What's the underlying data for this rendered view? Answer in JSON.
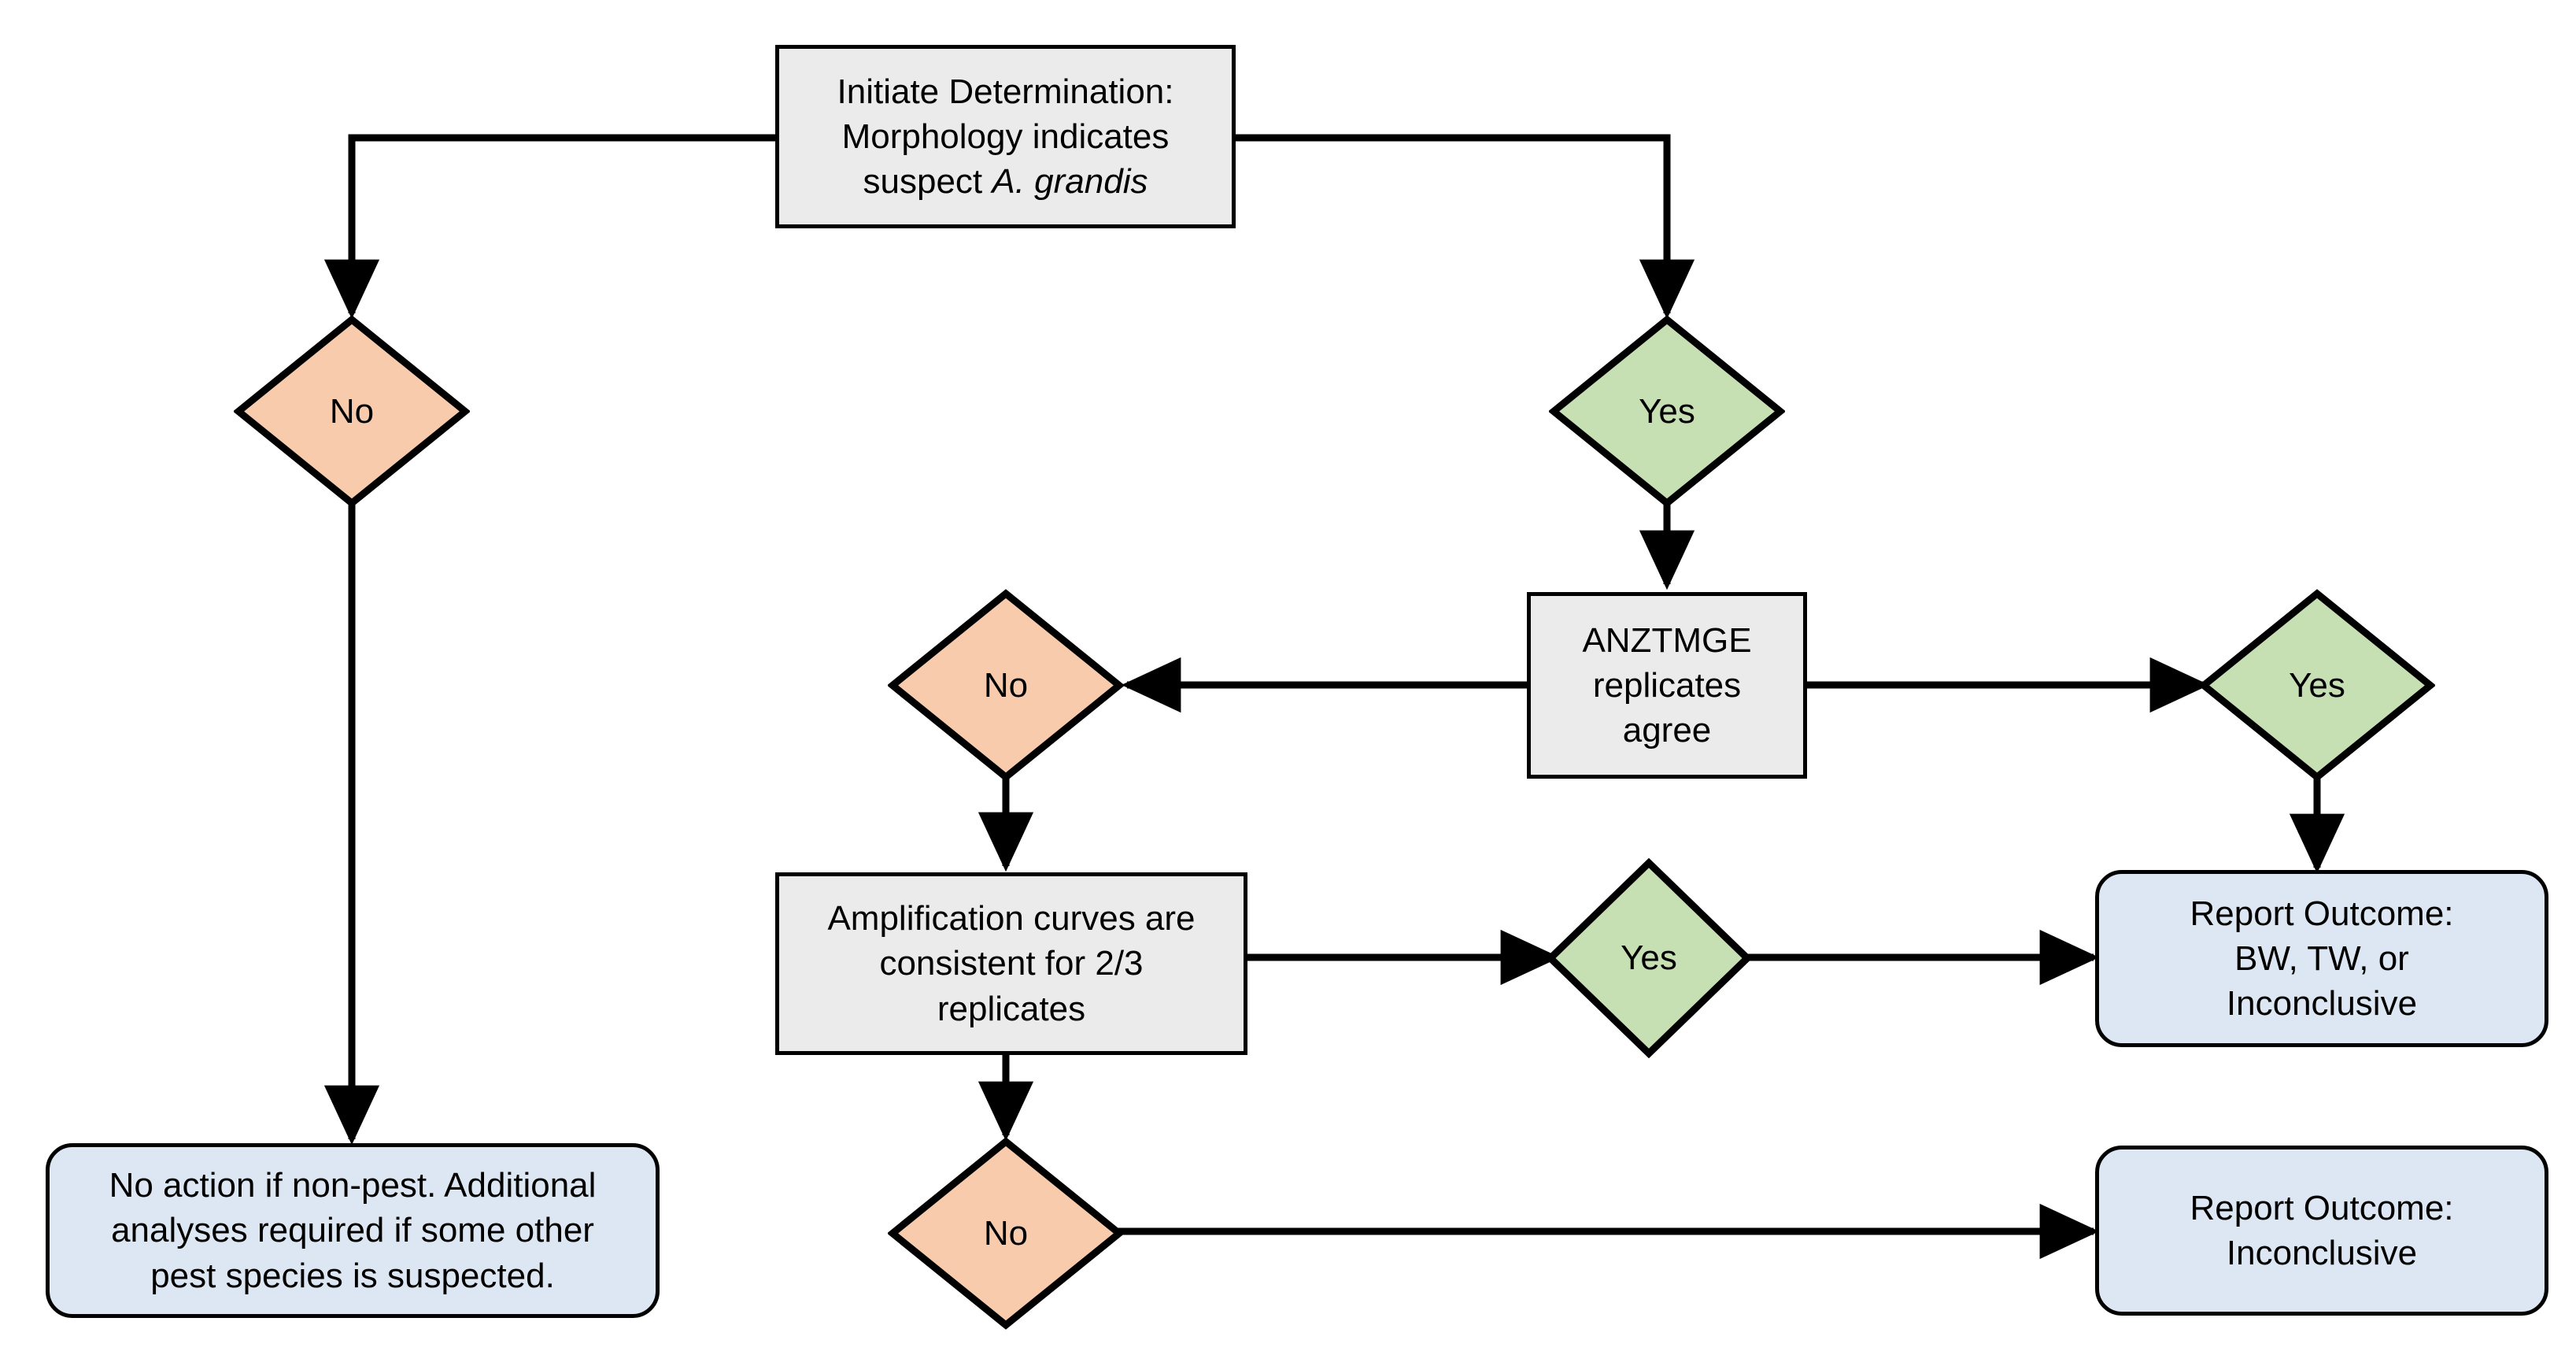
{
  "diagram": {
    "title": "A. grandis determination decision flowchart",
    "colors": {
      "process_fill": "#ebebeb",
      "terminator_fill": "#dde7f3",
      "yes_fill": "#c6e0b4",
      "no_fill": "#f8cbad",
      "stroke": "#000000",
      "background": "#ffffff"
    }
  },
  "nodes": {
    "start": {
      "line1": "Initiate Determination:",
      "line2": "Morphology indicates",
      "line3_prefix": "suspect ",
      "line3_italic": "A. grandis",
      "shape": "process"
    },
    "decision_no_top": {
      "label": "No",
      "shape": "diamond"
    },
    "decision_yes_top": {
      "label": "Yes",
      "shape": "diamond"
    },
    "anztmge": {
      "line1": "ANZTMGE",
      "line2": "replicates",
      "line3": "agree",
      "shape": "process"
    },
    "decision_no_mid": {
      "label": "No",
      "shape": "diamond"
    },
    "decision_yes_right": {
      "label": "Yes",
      "shape": "diamond"
    },
    "amplification": {
      "line1": "Amplification curves are",
      "line2": "consistent for 2/3",
      "line3": "replicates",
      "shape": "process"
    },
    "decision_yes_mid": {
      "label": "Yes",
      "shape": "diamond"
    },
    "decision_no_bottom": {
      "label": "No",
      "shape": "diamond"
    },
    "outcome_bw_tw": {
      "line1": "Report Outcome:",
      "line2": "BW, TW, or",
      "line3": "Inconclusive",
      "shape": "terminator"
    },
    "outcome_inconclusive": {
      "line1": "Report Outcome:",
      "line2": "Inconclusive",
      "shape": "terminator"
    },
    "no_action": {
      "line1": "No action if non-pest. Additional",
      "line2": "analyses required if some other",
      "line3": "pest species is suspected.",
      "shape": "terminator"
    }
  },
  "edges": [
    {
      "from": "start",
      "to": "decision_no_top",
      "route": "left-then-down"
    },
    {
      "from": "start",
      "to": "decision_yes_top",
      "route": "right-then-down"
    },
    {
      "from": "decision_no_top",
      "to": "no_action",
      "route": "down"
    },
    {
      "from": "decision_yes_top",
      "to": "anztmge",
      "route": "down"
    },
    {
      "from": "anztmge",
      "to": "decision_no_mid",
      "route": "left"
    },
    {
      "from": "anztmge",
      "to": "decision_yes_right",
      "route": "right"
    },
    {
      "from": "decision_no_mid",
      "to": "amplification",
      "route": "down"
    },
    {
      "from": "decision_yes_right",
      "to": "outcome_bw_tw",
      "route": "down"
    },
    {
      "from": "amplification",
      "to": "decision_yes_mid",
      "route": "right"
    },
    {
      "from": "decision_yes_mid",
      "to": "outcome_bw_tw",
      "route": "right"
    },
    {
      "from": "amplification",
      "to": "decision_no_bottom",
      "route": "down"
    },
    {
      "from": "decision_no_bottom",
      "to": "outcome_inconclusive",
      "route": "right"
    }
  ]
}
